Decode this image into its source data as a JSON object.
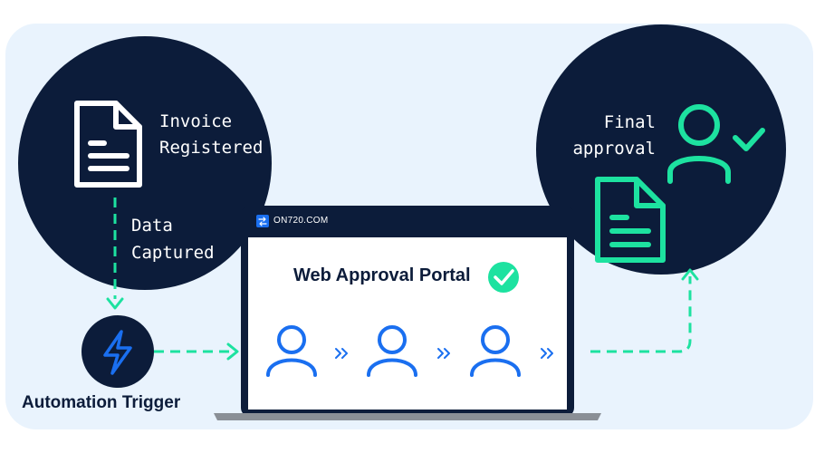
{
  "invoice": {
    "line1": "Invoice",
    "line2": "Registered",
    "icon": "document-icon"
  },
  "capture": {
    "line1": "Data",
    "line2": "Captured"
  },
  "trigger": {
    "label": "Automation Trigger",
    "icon": "lightning-bolt-icon"
  },
  "portal": {
    "site": "ON720.COM",
    "title": "Web Approval Portal",
    "approvers": [
      "user-icon",
      "user-icon",
      "user-icon"
    ],
    "step_arrow": "»"
  },
  "final": {
    "line1": "Final",
    "line2": "approval",
    "icons": [
      "user-check-icon",
      "document-icon"
    ]
  },
  "colors": {
    "navy": "#0c1c3a",
    "green": "#1de2a0",
    "blue": "#1a6ff0",
    "panel": "#e9f3fd"
  }
}
